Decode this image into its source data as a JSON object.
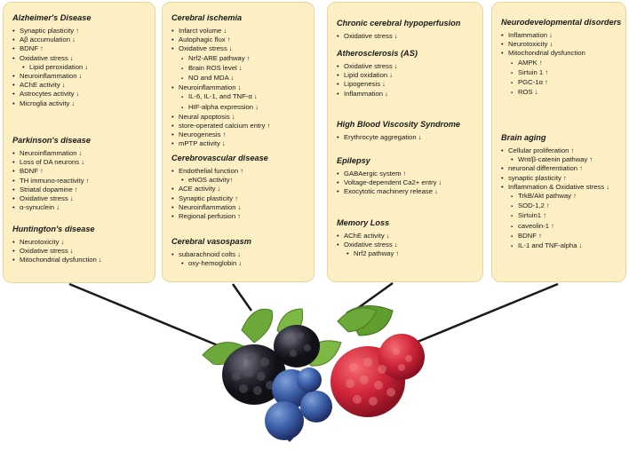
{
  "arrows": {
    "up": "↑",
    "down": "↓"
  },
  "colors": {
    "panel_bg": "#fcefc4",
    "panel_border": "#e9d79a",
    "connector": "#1a1a1a",
    "blackberry": "#2a2a35",
    "blueberry": "#3b5fa8",
    "raspberry": "#d0253a",
    "leaf": "#6da83a"
  },
  "panels": [
    {
      "sections": [
        {
          "title": "Alzheimer's Disease",
          "items": [
            {
              "t": "Synaptic plasticity ↑",
              "l": 1
            },
            {
              "t": "Aβ accumulation ↓",
              "l": 1
            },
            {
              "t": "BDNF ↑",
              "l": 1
            },
            {
              "t": "Oxidative stress ↓",
              "l": 1
            },
            {
              "t": "Lipid peroxidation ↓",
              "l": 2
            },
            {
              "t": "Neuroinflammation ↓",
              "l": 1
            },
            {
              "t": "AChE activity ↓",
              "l": 1
            },
            {
              "t": "Astrocytes activity ↓",
              "l": 1
            },
            {
              "t": "Microglia activity ↓",
              "l": 1
            }
          ]
        },
        {
          "title": "Parkinson's disease",
          "items": [
            {
              "t": "Neuroinflammation ↓",
              "l": 1
            },
            {
              "t": "Loss of DA neurons ↓",
              "l": 1
            },
            {
              "t": "BDNF ↑",
              "l": 1
            },
            {
              "t": "TH immuno-reactivity ↑",
              "l": 1
            },
            {
              "t": "Striatal dopamine ↑",
              "l": 1
            },
            {
              "t": "Oxidative stress ↓",
              "l": 1
            },
            {
              "t": "α-synuclein ↓",
              "l": 1
            }
          ]
        },
        {
          "title": "Huntington's disease",
          "items": [
            {
              "t": "Neurotoxicity ↓",
              "l": 1
            },
            {
              "t": "Oxidative stress ↓",
              "l": 1
            },
            {
              "t": "Mitochondrial dysfunction ↓",
              "l": 1
            }
          ]
        }
      ]
    },
    {
      "sections": [
        {
          "title": "Cerebral ischemia",
          "items": [
            {
              "t": "Infarct volume ↓",
              "l": 1
            },
            {
              "t": "Autophagic flux ↑",
              "l": 1
            },
            {
              "t": "Oxidative stress ↓",
              "l": 1
            },
            {
              "t": "Nrf2-ARE pathway ↑",
              "l": 2
            },
            {
              "t": "Brain ROS level ↓",
              "l": 2
            },
            {
              "t": "NO and MDA ↓",
              "l": 2
            },
            {
              "t": "Neuroinflammation ↓",
              "l": 1
            },
            {
              "t": "IL-6, IL-1, and TNF-α ↓",
              "l": 2
            },
            {
              "t": "HIF-alpha expression ↓",
              "l": 2
            },
            {
              "t": "Neural apoptosis ↓",
              "l": 1
            },
            {
              "t": "store-operated calcium entry ↑",
              "l": 1
            },
            {
              "t": "Neurogenesis ↑",
              "l": 1
            },
            {
              "t": "mPTP activity ↓",
              "l": 1
            }
          ]
        },
        {
          "title": "Cerebrovascular disease",
          "items": [
            {
              "t": "Endothelial function ↑",
              "l": 1
            },
            {
              "t": "eNOS activity↑",
              "l": 2
            },
            {
              "t": "ACE activity ↓",
              "l": 1
            },
            {
              "t": "Synaptic plasticity ↑",
              "l": 1
            },
            {
              "t": "Neuroinflammation ↓",
              "l": 1
            },
            {
              "t": "Regional perfusion ↑",
              "l": 1
            }
          ]
        },
        {
          "title": "Cerebral vasospasm",
          "items": [
            {
              "t": "subarachnoid colts ↓",
              "l": 1
            },
            {
              "t": "oxy-hemoglobin ↓",
              "l": 2
            }
          ]
        }
      ]
    },
    {
      "sections": [
        {
          "title": "Chronic cerebral hypoperfusion",
          "items": [
            {
              "t": "Oxidative stress ↓",
              "l": 1
            }
          ]
        },
        {
          "title": "Atherosclerosis (AS)",
          "items": [
            {
              "t": "Oxidative stress ↓",
              "l": 1
            },
            {
              "t": "Lipid oxidation ↓",
              "l": 1
            },
            {
              "t": "Lipogenesis ↓",
              "l": 1
            },
            {
              "t": "Inflammation ↓",
              "l": 1
            }
          ]
        },
        {
          "title": "High Blood Viscosity Syndrome",
          "items": [
            {
              "t": "Erythrocyte aggregation ↓",
              "l": 1
            }
          ]
        },
        {
          "title": "Epilepsy",
          "items": [
            {
              "t": "GABAergic system ↑",
              "l": 1
            },
            {
              "t": "Voltage-dependent Ca2+ entry ↓",
              "l": 1
            },
            {
              "t": "Exocytotic machinery release ↓",
              "l": 1
            }
          ]
        },
        {
          "title": "Memory Loss",
          "items": [
            {
              "t": "AChE activity ↓",
              "l": 1
            },
            {
              "t": "Oxidative stress ↓",
              "l": 1
            },
            {
              "t": "Nrf2 pathway ↑",
              "l": 2
            }
          ]
        }
      ]
    },
    {
      "sections": [
        {
          "title": "Neurodevelopmental disorders",
          "items": [
            {
              "t": "Inflammation ↓",
              "l": 1
            },
            {
              "t": "Neurotoxicity ↓",
              "l": 1
            },
            {
              "t": "Mitochondrial dysfunction",
              "l": 1
            },
            {
              "t": "AMPK ↑",
              "l": 2
            },
            {
              "t": "Sirtuin 1 ↑",
              "l": 2
            },
            {
              "t": "PGC-1α ↑",
              "l": 2
            },
            {
              "t": "ROS ↓",
              "l": 2
            }
          ]
        },
        {
          "title": "Brain aging",
          "items": [
            {
              "t": "Cellular proliferation ↑",
              "l": 1
            },
            {
              "t": "Wnt/β-catenin pathway ↑",
              "l": 2
            },
            {
              "t": "neuronal differentiation ↑",
              "l": 1
            },
            {
              "t": "synaptic plasticity ↑",
              "l": 1
            },
            {
              "t": "Inflammation & Oxidative stress ↓",
              "l": 1
            },
            {
              "t": "TrkB/Akt pathway ↑",
              "l": 2
            },
            {
              "t": "SOD-1,2 ↑",
              "l": 2
            },
            {
              "t": "Sirtuin1 ↑",
              "l": 2
            },
            {
              "t": "caveolin-1 ↑",
              "l": 2
            },
            {
              "t": "BDNF ↑",
              "l": 2
            },
            {
              "t": "IL-1 and TNF-alpha ↓",
              "l": 2
            }
          ]
        }
      ]
    }
  ]
}
